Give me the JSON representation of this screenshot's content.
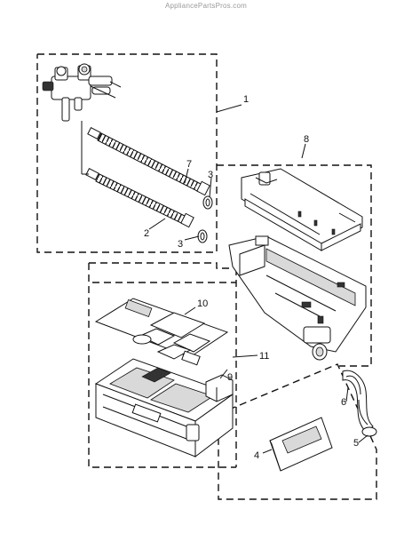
{
  "watermark": "AppliancePartsPros.com",
  "callouts": {
    "c1": "1",
    "c2": "2",
    "c3a": "3",
    "c3b": "3",
    "c4": "4",
    "c5": "5",
    "c6": "6",
    "c7": "7",
    "c8": "8",
    "c9": "9",
    "c10": "10",
    "c11": "11"
  }
}
